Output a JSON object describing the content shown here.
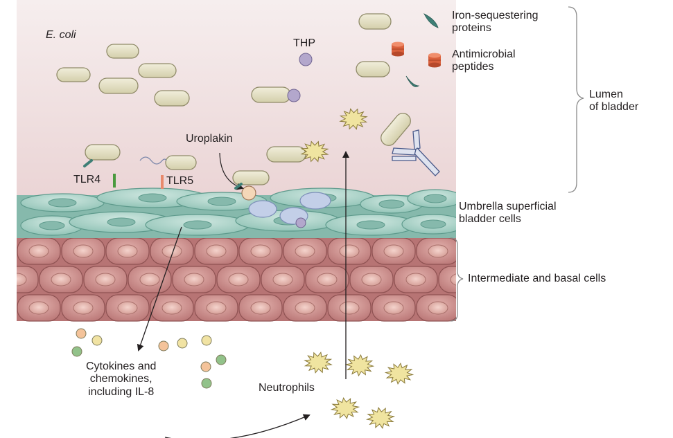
{
  "labels": {
    "ecoli": "E. coli",
    "thp": "THP",
    "iron": "Iron-sequestering\nproteins",
    "antimicrobial": "Antimicrobial\npeptides",
    "lumen": "Lumen\nof bladder",
    "uroplakin": "Uroplakin",
    "tlr4": "TLR4",
    "tlr5": "TLR5",
    "umbrella": "Umbrella superficial\nbladder cells",
    "intermediate": "Intermediate and basal cells",
    "cytokines": "Cytokines and\nchemokines,\nincluding IL-8",
    "neutrophils": "Neutrophils"
  },
  "colors": {
    "lumen": "#f3e6e6",
    "umbrella_cell": "#a9d2c7",
    "umbrella_nucleus": "#7fb6a8",
    "basal_cell": "#c98b8b",
    "basal_nucleus": "#e6b8b0",
    "bacterium": "#e5e0c4",
    "neutrophil": "#f0e4a0",
    "thp": "#b3a7cc",
    "tlr4": "#4a9a3e",
    "tlr5": "#e8896b",
    "peptide": "#d9603c",
    "iron_protein": "#3e7f76",
    "cytokine_orange": "#f4c39a",
    "cytokine_yellow": "#f1e3a3",
    "cytokine_green": "#92c28a"
  }
}
